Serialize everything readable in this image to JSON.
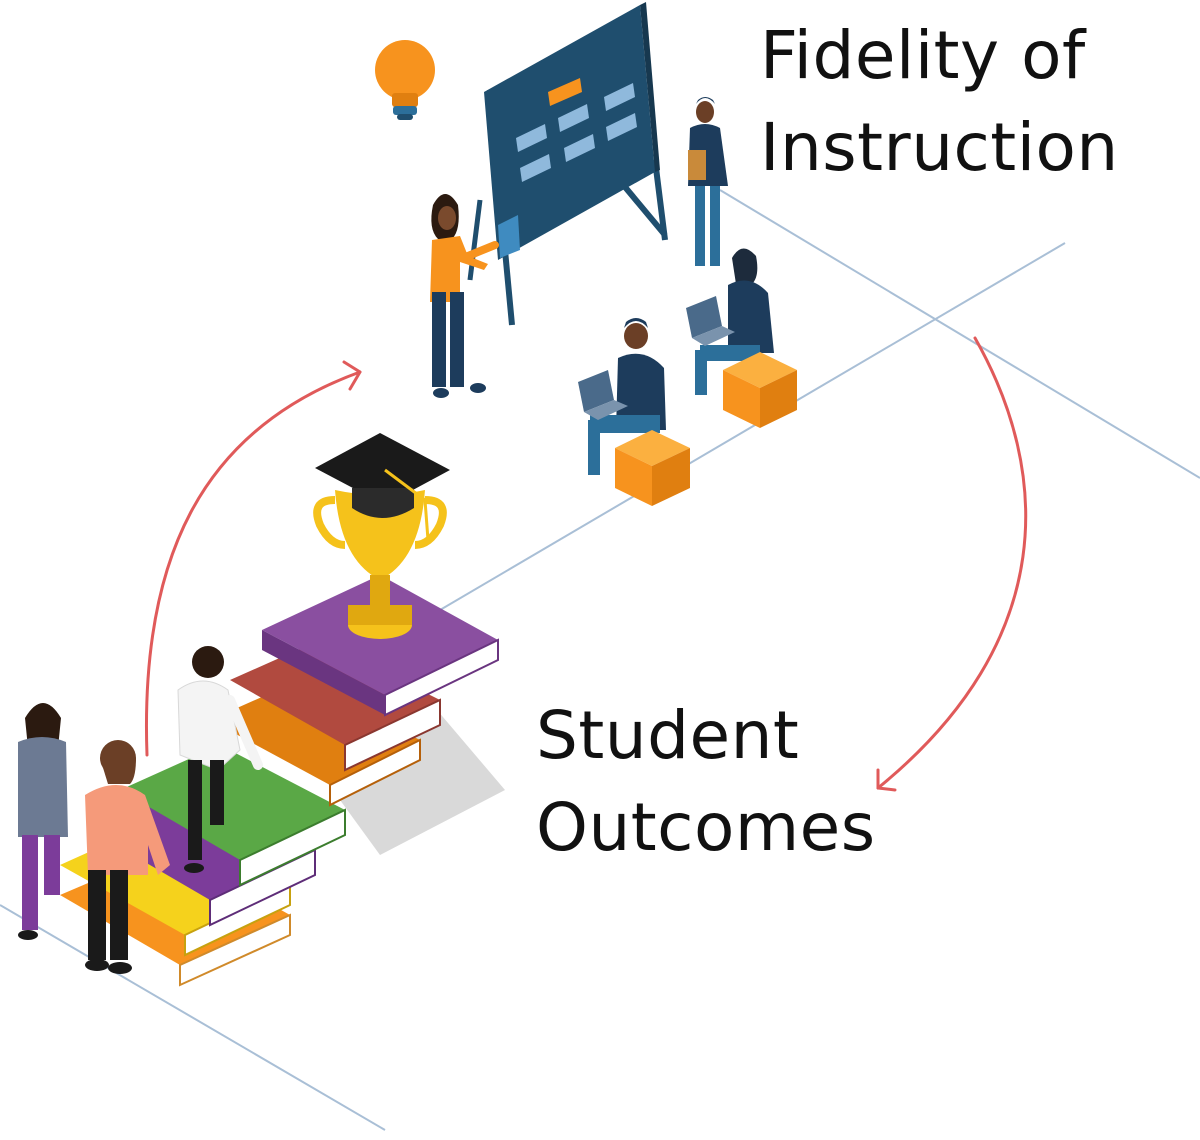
{
  "labels": {
    "fidelity": {
      "line1": "Fidelity of",
      "line2": "Instruction"
    },
    "outcomes": {
      "line1": "Student",
      "line2": "Outcomes"
    }
  },
  "colors": {
    "arrow": "#e05a5a",
    "guide_line": "#a9bfd6",
    "board": "#1f4e6e",
    "orange": "#f7931e",
    "navy": "#1d3c5c",
    "purple_book": "#8a4fa0",
    "red_book": "#b14a3f",
    "green_book": "#5aa846",
    "yellow_book": "#f5d21c",
    "trophy_gold": "#f5c21b",
    "shadow": "#d9d9d9"
  },
  "icons": [
    "lightbulb-icon",
    "graduation-cap-icon",
    "trophy-icon",
    "laptop-icon",
    "presentation-board-icon"
  ]
}
